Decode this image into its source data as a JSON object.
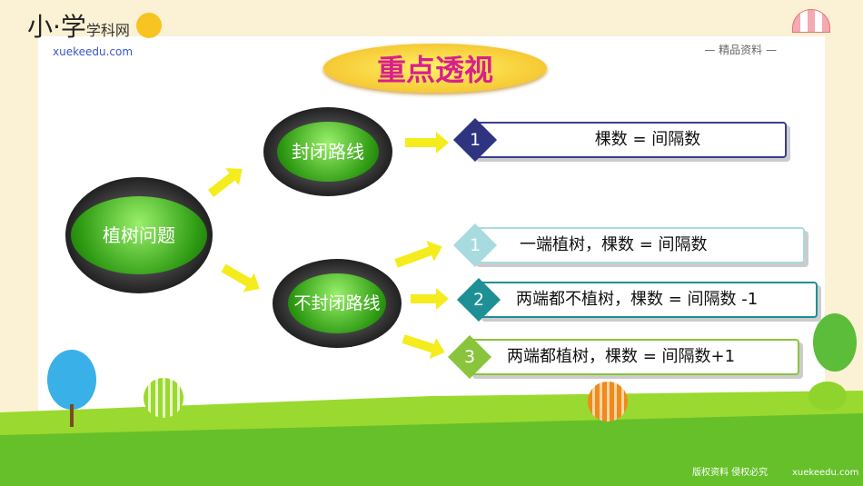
{
  "logo": {
    "main": "小·学",
    "sub": "学科网",
    "url": "xuekeedu.com"
  },
  "tagline": "— 精品资料 —",
  "title": "重点透视",
  "nodes": {
    "root": "植树问题",
    "closed": "封闭路线",
    "open": "不封闭路线"
  },
  "items": [
    {
      "num": "1",
      "text": "棵数 = 间隔数",
      "color": "#3a3f8f"
    },
    {
      "num": "1",
      "text": "一端植树，棵数 = 间隔数",
      "color": "#a8dbe0"
    },
    {
      "num": "2",
      "text": "两端都不植树，棵数 = 间隔数 -1",
      "color": "#1e8f95"
    },
    {
      "num": "3",
      "text": "两端都植树，棵数 = 间隔数+1",
      "color": "#8ac43c"
    }
  ],
  "footer": {
    "copyright": "版权资料  侵权必究",
    "site": "xuekeedu.com"
  }
}
